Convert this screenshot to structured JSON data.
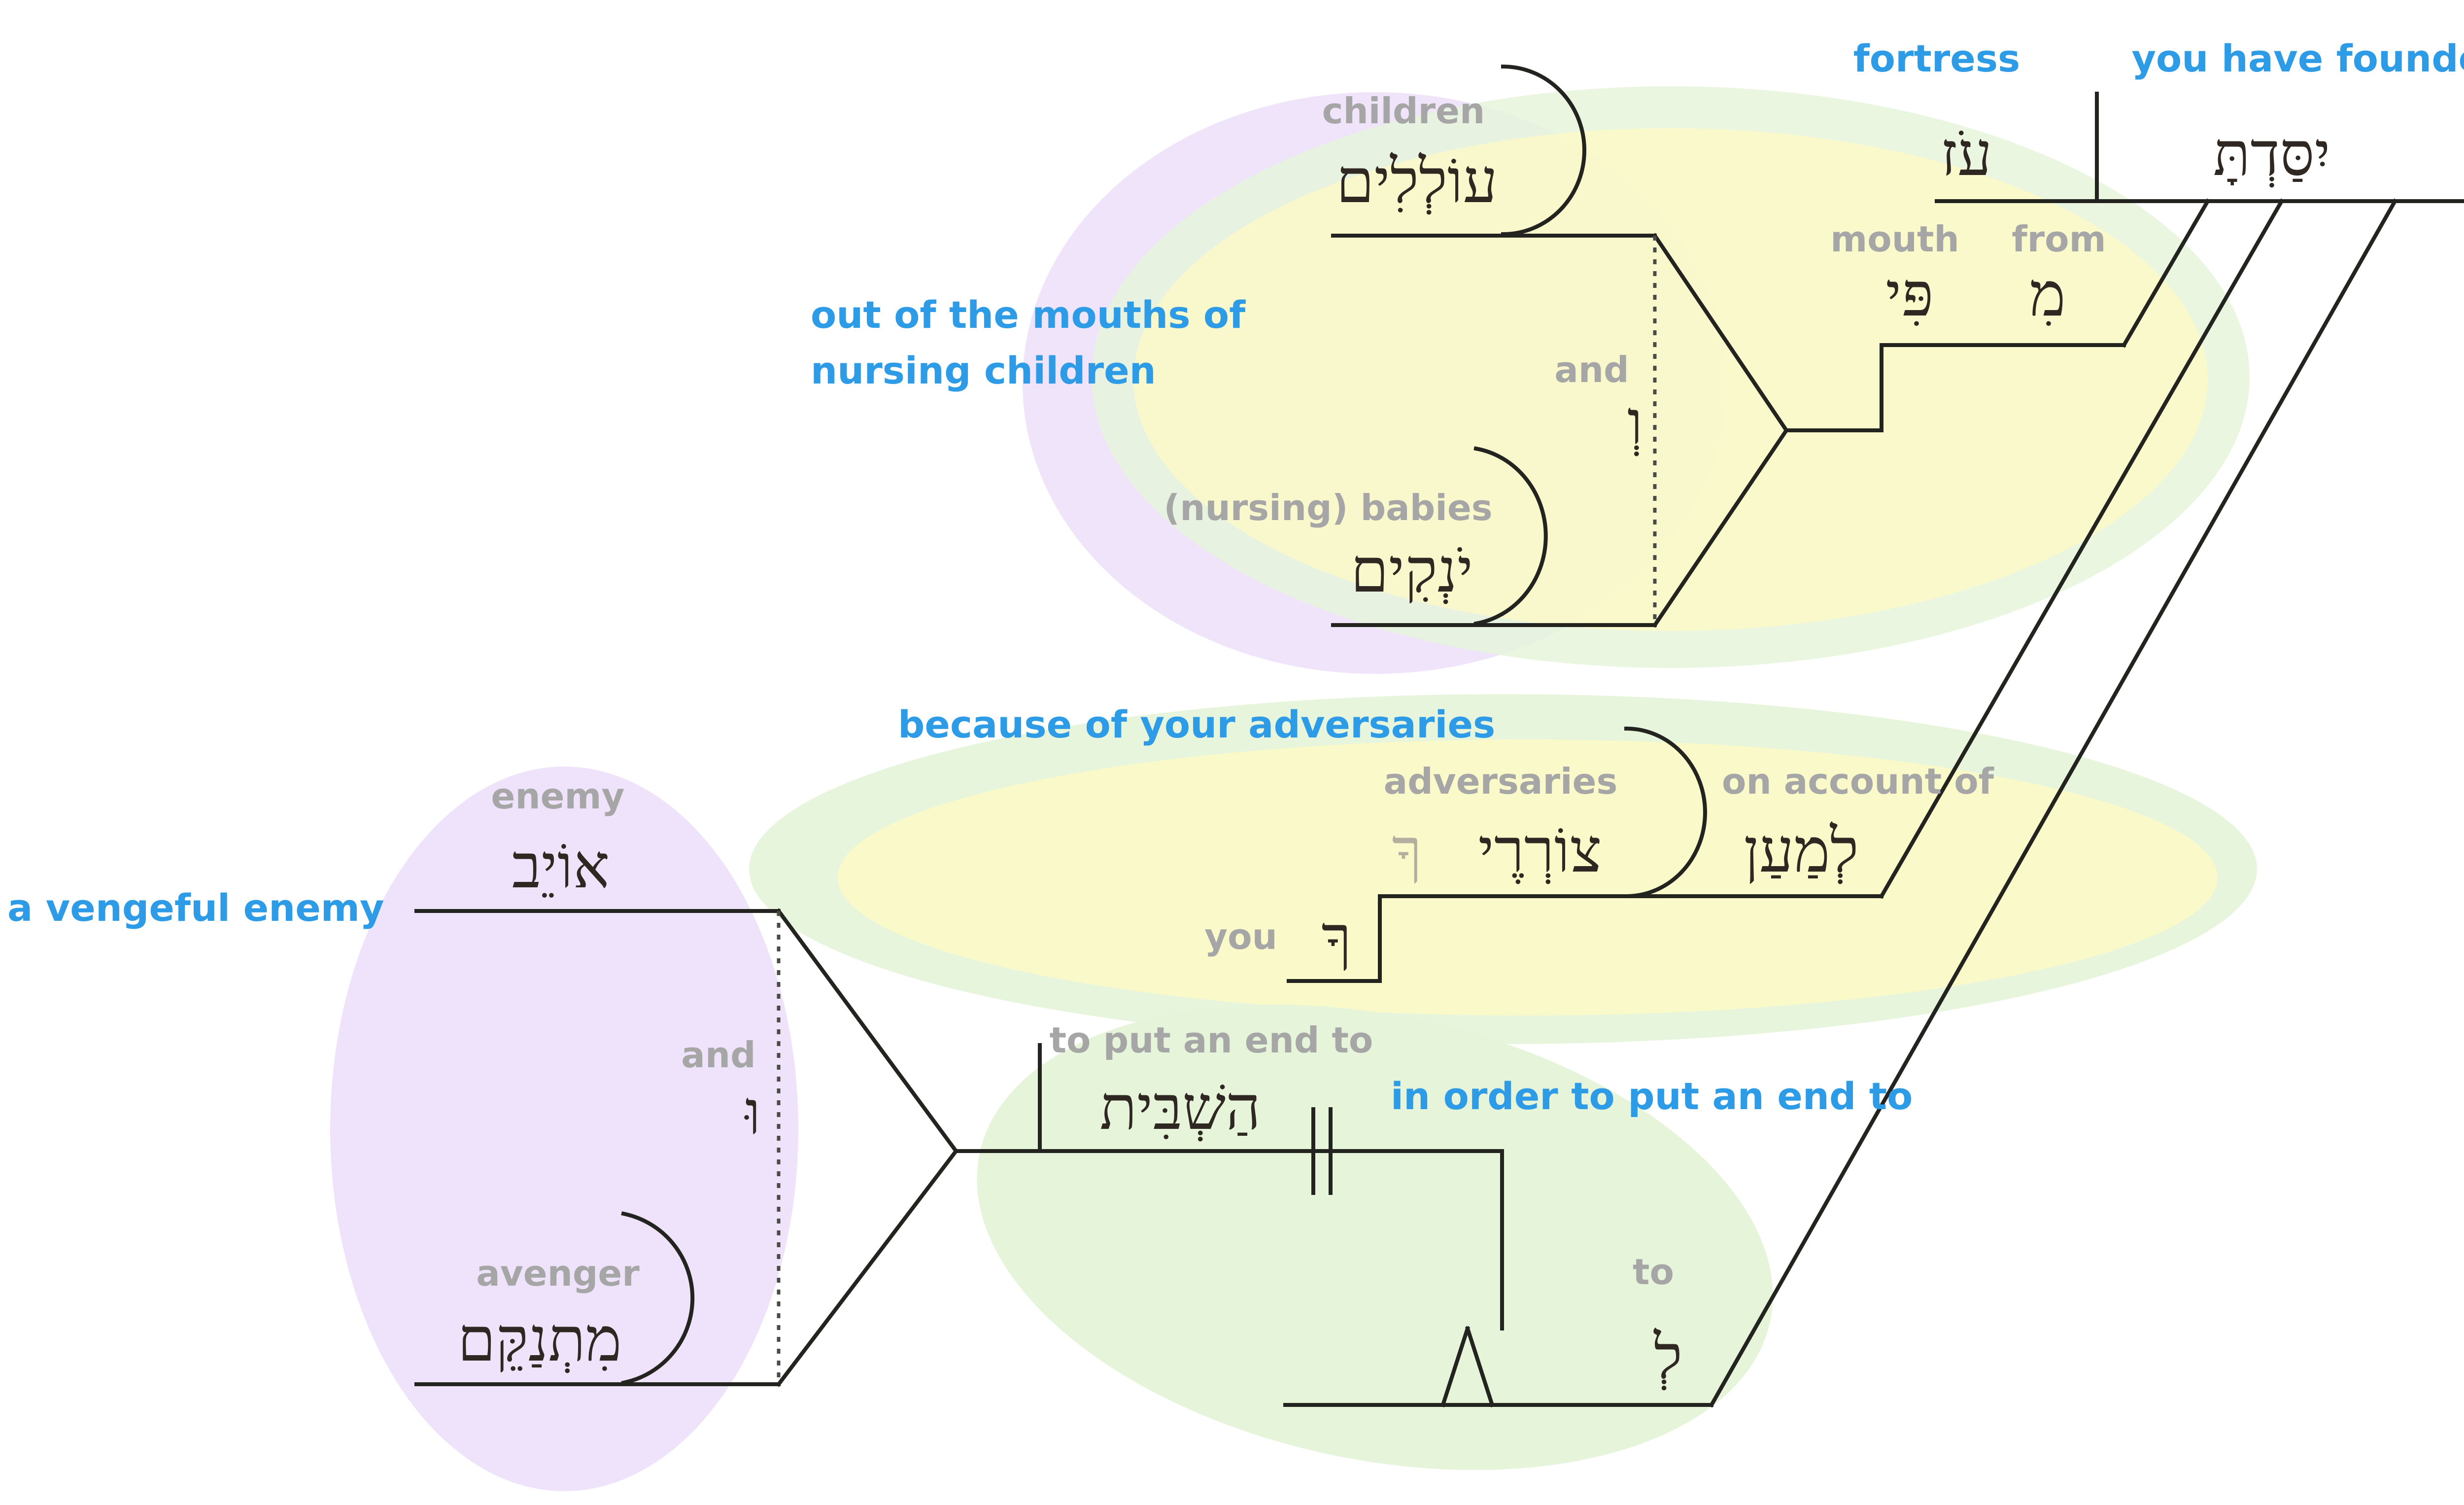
{
  "diagram": {
    "translations": {
      "fortress": "fortress",
      "you_have_founded": "you have founded",
      "out_of_mouths_line1": "out of the mouths of",
      "out_of_mouths_line2": "nursing children",
      "because_of_adversaries": "because of your adversaries",
      "vengeful_enemy": "a vengeful enemy",
      "in_order_to": "in order to put an end to"
    },
    "glosses": {
      "children": "children",
      "and_top": "and",
      "nursing_babies": "(nursing) babies",
      "mouth": "mouth",
      "from": "from",
      "adversaries": "adversaries",
      "on_account_of": "on account of",
      "you": "you",
      "enemy": "enemy",
      "and_bottom": "and",
      "avenger": "avenger",
      "to_put_an_end_to": "to put an end to",
      "to": "to"
    },
    "hebrew": {
      "oz": "עֹז",
      "yissadta": "יִסַּדְתָּ",
      "olelim": "עוֹלְלִים",
      "vav_top": "וְ",
      "yonqim": "יֹנְקִים",
      "pi": "פִּי",
      "mi": "מִ",
      "tsorerei": "צוֹרְרֶי",
      "lemaan": "לְמַעַן",
      "kha_gray": "ךָ",
      "kha": "ךָ",
      "oyev": "אוֹיֵב",
      "vav_bottom": "וּ",
      "mitnaqqem": "מִתְנַקֵּם",
      "hashbit": "הַשְׁבִּית",
      "le": "לְ"
    },
    "colors": {
      "english_translation": "#2e9be6",
      "gloss": "#a6a6a6",
      "hebrew": "#2f2722",
      "line": "#23231f",
      "purple_group": "#efe3fb",
      "green_group": "#e6f4da",
      "yellow_group": "#fbf9c8"
    }
  }
}
